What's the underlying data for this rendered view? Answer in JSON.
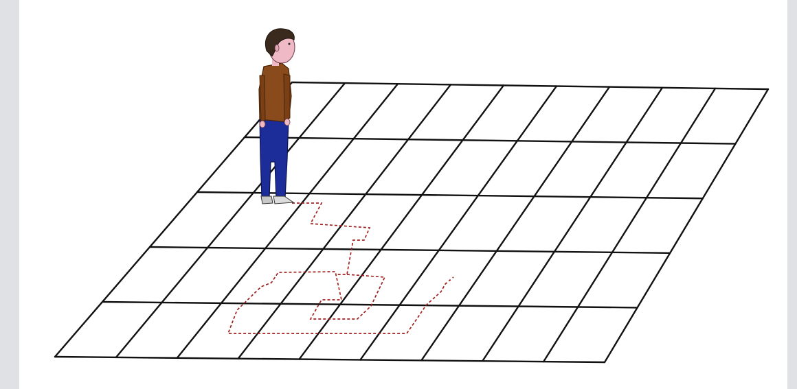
{
  "scene": {
    "grid": {
      "rows": 5,
      "cols": 9
    },
    "figure": {
      "role": "person",
      "shirt_color": "#8a4b1c",
      "pants_color": "#1c2d9a",
      "skin_color": "#f0b9c6",
      "hair_color": "#3a2a1e"
    },
    "trail": {
      "style": "dashed",
      "color": "#a02020"
    }
  }
}
